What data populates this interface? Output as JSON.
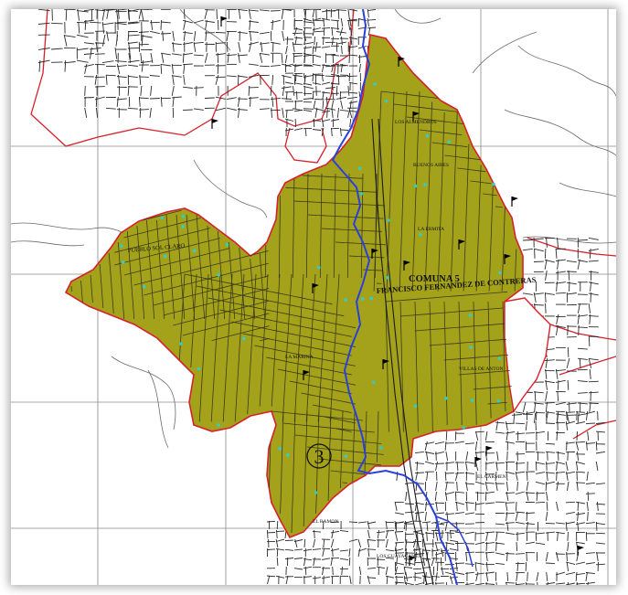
{
  "colors": {
    "comuna_fill": "#a4a21a",
    "comuna_border": "#d6202a",
    "river": "#2b3fd9",
    "streets": "#2a2a2a",
    "grid": "#808080",
    "marker": "#33ccc8"
  },
  "labels": {
    "comuna_title_line1": "COMUNA 5",
    "comuna_title_line2": "FRANCISCO FERNANDEZ DE CONTRERAS",
    "comuna_number": "3",
    "pueblo_sol_claro": "PUEBLO SOL CLARO",
    "buenos_aires": "BUENOS AIRES",
    "los_almendros": "LOS ALMENDROS",
    "villas_de_anton": "VILLAS DE ANTON",
    "el_carmen": "EL CARMEN",
    "la_marina": "LA MARINA",
    "la_ermita": "LA ERMITA",
    "el_ramon": "EL RAMON",
    "barrio_sur": "LOS GUAYACANES"
  },
  "icons": [
    "flag-icon",
    "church-icon",
    "cross-icon"
  ]
}
